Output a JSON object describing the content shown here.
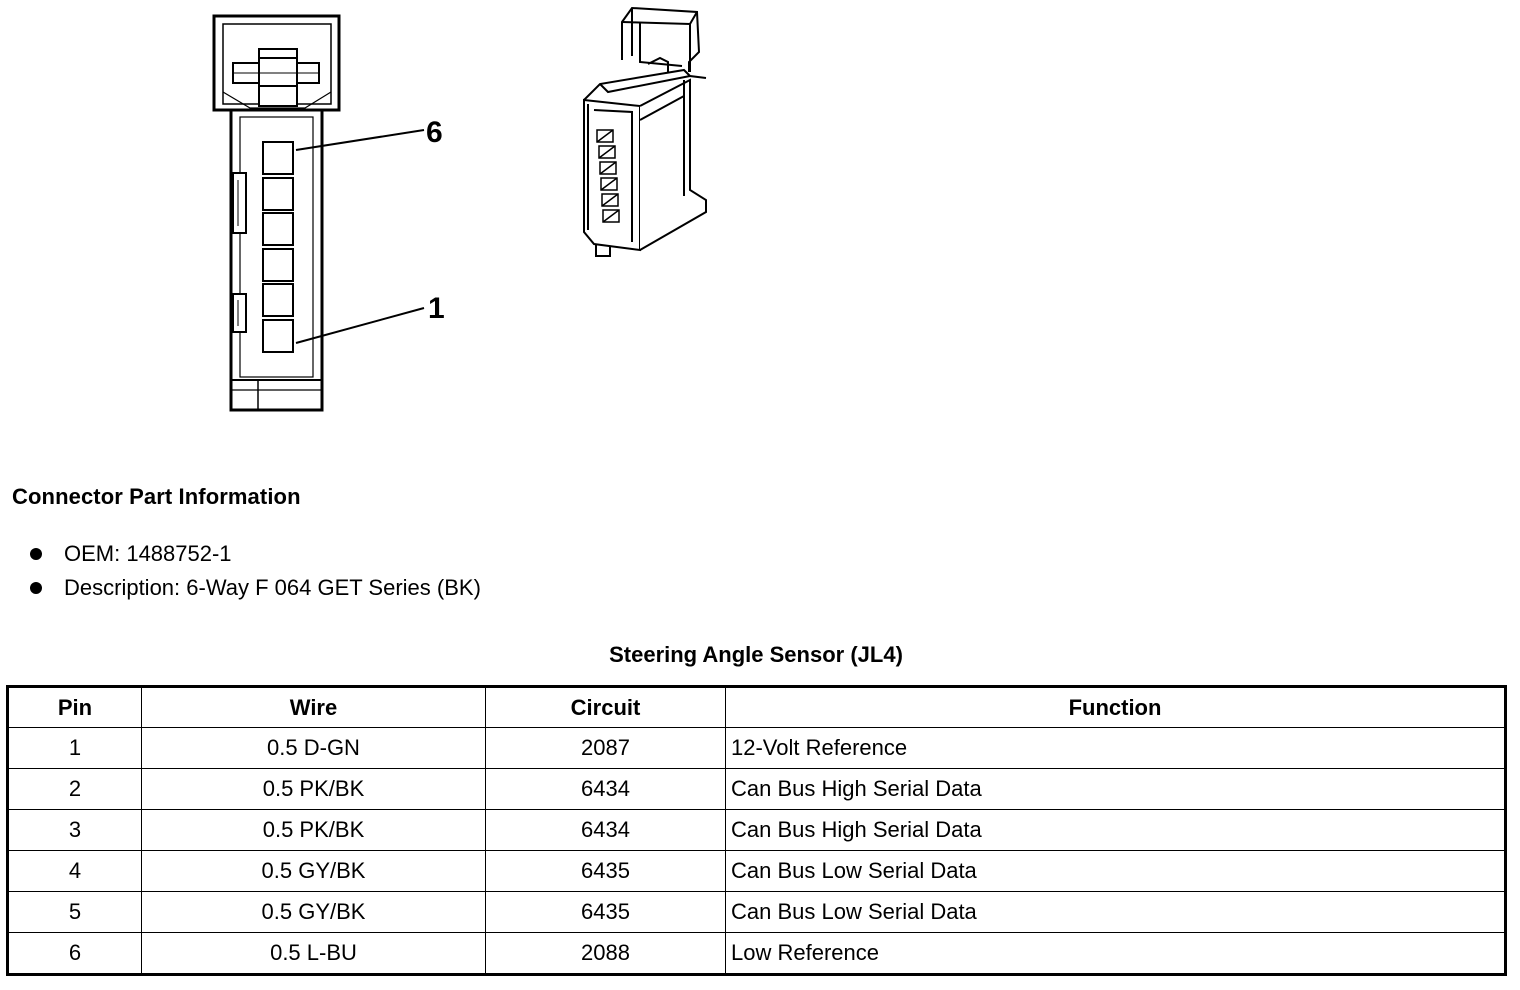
{
  "connector_face": {
    "pin_callouts": [
      "6",
      "1"
    ]
  },
  "connector_info": {
    "title": "Connector Part Information",
    "items": [
      "OEM: 1488752-1",
      "Description: 6-Way F 064 GET Series (BK)"
    ]
  },
  "pin_table": {
    "title": "Steering Angle Sensor (JL4)",
    "headers": [
      "Pin",
      "Wire",
      "Circuit",
      "Function"
    ],
    "rows": [
      [
        "1",
        "0.5 D-GN",
        "2087",
        "12-Volt Reference"
      ],
      [
        "2",
        "0.5 PK/BK",
        "6434",
        "Can Bus High Serial Data"
      ],
      [
        "3",
        "0.5 PK/BK",
        "6434",
        "Can Bus High Serial Data"
      ],
      [
        "4",
        "0.5 GY/BK",
        "6435",
        "Can Bus Low Serial Data"
      ],
      [
        "5",
        "0.5 GY/BK",
        "6435",
        "Can Bus Low Serial Data"
      ],
      [
        "6",
        "0.5 L-BU",
        "2088",
        "Low Reference"
      ]
    ]
  }
}
